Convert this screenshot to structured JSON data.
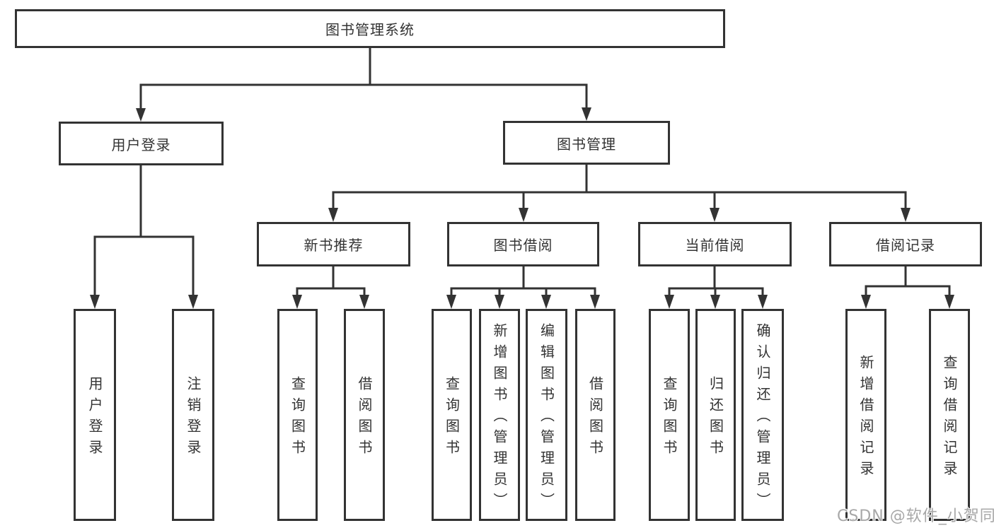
{
  "tree": {
    "root": {
      "label": "图书管理系统",
      "children": [
        {
          "label": "用户登录",
          "children": [
            {
              "label": "用户登录"
            },
            {
              "label": "注销登录"
            }
          ]
        },
        {
          "label": "图书管理",
          "children": [
            {
              "label": "新书推荐",
              "children": [
                {
                  "label": "查询图书"
                },
                {
                  "label": "借阅图书"
                }
              ]
            },
            {
              "label": "图书借阅",
              "children": [
                {
                  "label": "查询图书"
                },
                {
                  "label": "新增图书（管理员）"
                },
                {
                  "label": "编辑图书（管理员）"
                },
                {
                  "label": "借阅图书"
                }
              ]
            },
            {
              "label": "当前借阅",
              "children": [
                {
                  "label": "查询图书"
                },
                {
                  "label": "归还图书"
                },
                {
                  "label": "确认归还（管理员）"
                }
              ]
            },
            {
              "label": "借阅记录",
              "children": [
                {
                  "label": "新增借阅记录"
                },
                {
                  "label": "查询借阅记录"
                }
              ]
            }
          ]
        }
      ]
    }
  },
  "watermark": {
    "text": "CSDN @软件_小贺同学",
    "color": "#a8a8a8"
  },
  "colors": {
    "line": "#333333",
    "text": "#333333",
    "node_border": "#333333",
    "background": "#ffffff"
  }
}
